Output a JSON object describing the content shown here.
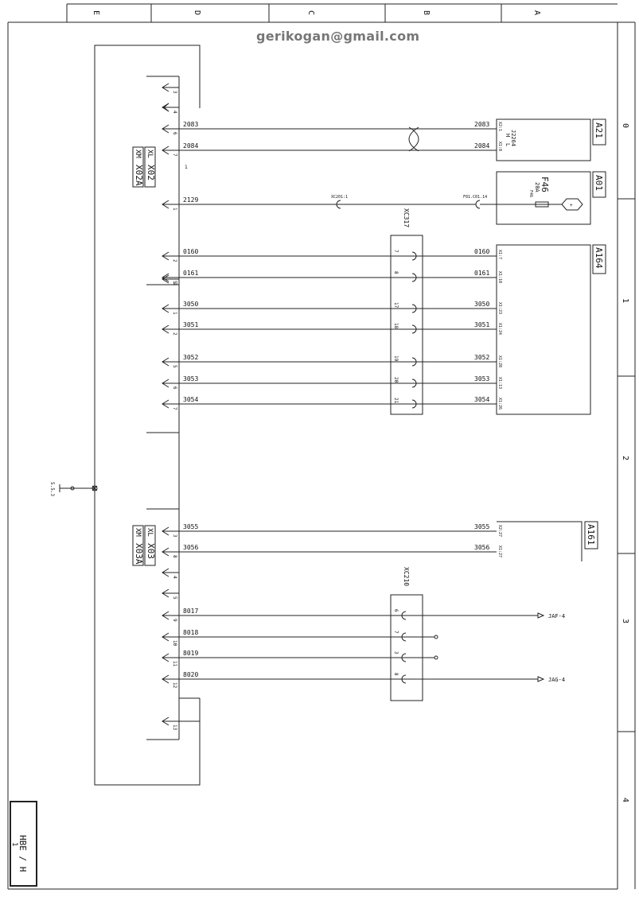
{
  "frame": {
    "columns": [
      "E",
      "D",
      "C",
      "B",
      "A"
    ],
    "rows": [
      "0",
      "1",
      "2",
      "3",
      "4"
    ]
  },
  "watermark": "gerikogan@gmail.com",
  "title_block": {
    "line1": "HBE / H",
    "line2": "1"
  },
  "connectors": {
    "x02": {
      "label": "X02",
      "sub": "XL",
      "mate_label": "X02A",
      "mate_sub": "XM"
    },
    "x03": {
      "label": "X03",
      "sub": "XL",
      "mate_label": "X03A",
      "mate_sub": "XM"
    }
  },
  "components": {
    "a21": {
      "label": "A21",
      "inner": [
        "J2264",
        "H",
        "L"
      ],
      "pins": [
        "X2:1",
        "X1:8"
      ]
    },
    "a01": {
      "label": "A01",
      "fuse": "F46",
      "fuse_rating": "20A",
      "fuse_pin": "F46",
      "end_label": "F01.C01.14"
    },
    "a164": {
      "label": "A164",
      "pins": [
        "X1:7",
        "X1:10",
        "X1:23",
        "X1:24",
        "X1:28",
        "X1:13",
        "X1:26"
      ]
    },
    "a161": {
      "label": "A161",
      "pins": [
        "X2:27",
        "X1:27"
      ]
    },
    "xc317": {
      "label": "XC317",
      "pins": [
        "7",
        "8",
        "17",
        "18",
        "19",
        "20",
        "21"
      ]
    },
    "xc210": {
      "label": "XC210",
      "pins": [
        "6",
        "7",
        "3",
        "8"
      ]
    },
    "xc201": {
      "label": "XC201:1"
    }
  },
  "ground": {
    "label": "5.5.3"
  },
  "wires": [
    {
      "label": "2083",
      "pin": "6",
      "right_label": "2083"
    },
    {
      "label": "2084",
      "pin": "7",
      "right_label": "2084"
    },
    {
      "label": "2129",
      "pin": "1",
      "right_label": ""
    },
    {
      "label": "0160",
      "pin": "2",
      "right_label": "0160"
    },
    {
      "label": "0161",
      "pin": "5",
      "right_label": "0161"
    },
    {
      "label": "3050",
      "pin": "1",
      "right_label": "3050"
    },
    {
      "label": "3051",
      "pin": "2",
      "right_label": "3051"
    },
    {
      "label": "3052",
      "pin": "5",
      "right_label": "3052"
    },
    {
      "label": "3053",
      "pin": "6",
      "right_label": "3053"
    },
    {
      "label": "3054",
      "pin": "7",
      "right_label": "3054"
    },
    {
      "label": "3055",
      "pin": "3",
      "right_label": "3055"
    },
    {
      "label": "3056",
      "pin": "8",
      "right_label": "3056"
    },
    {
      "label": "8017",
      "pin": "9",
      "right_label": ""
    },
    {
      "label": "8018",
      "pin": "10",
      "right_label": ""
    },
    {
      "label": "8019",
      "pin": "11",
      "right_label": ""
    },
    {
      "label": "8020",
      "pin": "12",
      "right_label": ""
    }
  ],
  "unlabeled_pins": [
    "3",
    "4",
    "1",
    "4",
    "5",
    "13"
  ],
  "offpage": {
    "ref1": "JAF-4",
    "ref2": "JAG-4"
  },
  "misc_marks": {
    "one": "1"
  }
}
